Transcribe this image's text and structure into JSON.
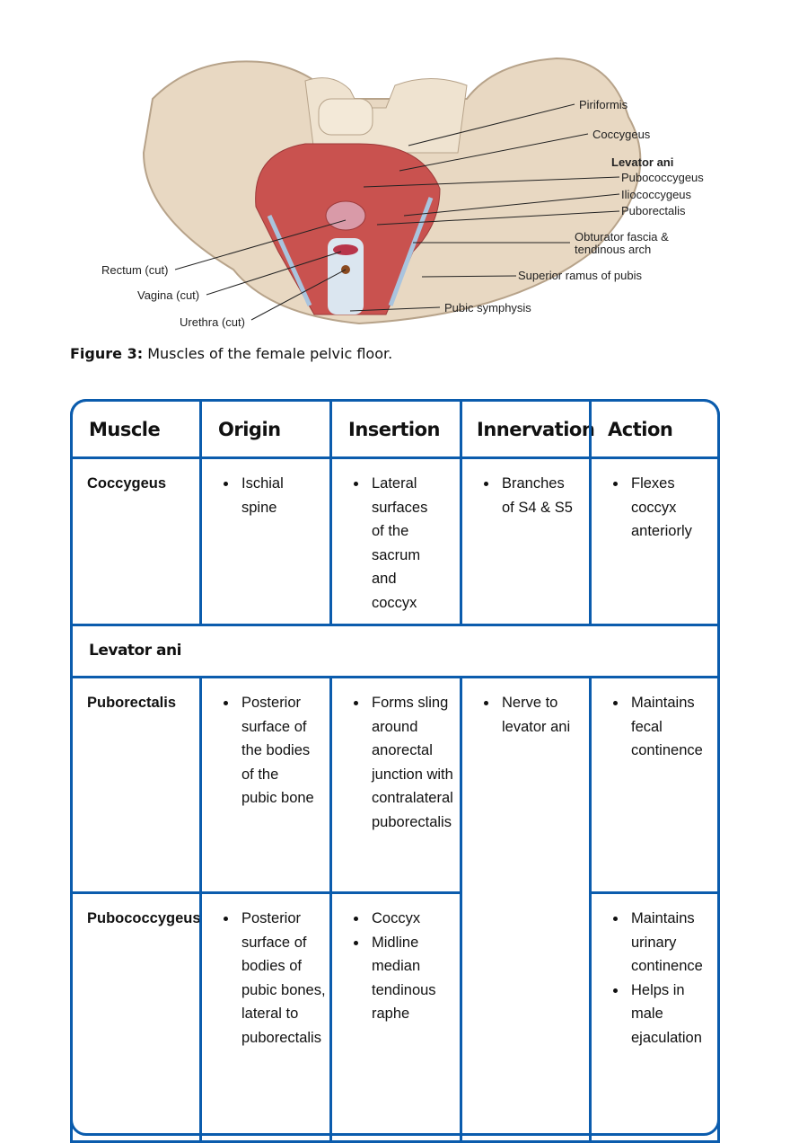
{
  "figure": {
    "labels": {
      "piriformis": "Piriformis",
      "coccygeus": "Coccygeus",
      "levator_ani": "Levator ani",
      "pubococcygeus": "Pubococcygeus",
      "iliococcygeus": "Iliococcygeus",
      "puborectalis": "Puborectalis",
      "obturator_1": "Obturator fascia &",
      "obturator_2": "tendinous arch",
      "superior_ramus": "Superior ramus of pubis",
      "pubic_symphysis": "Pubic symphysis",
      "rectum": "Rectum (cut)",
      "vagina": "Vagina (cut)",
      "urethra": "Urethra (cut)"
    },
    "caption_label": "Figure 3:",
    "caption_text": " Muscles of the female pelvic floor."
  },
  "table": {
    "headers": [
      "Muscle",
      "Origin",
      "Insertion",
      "Innervation",
      "Action"
    ],
    "coccygeus": {
      "muscle": "Coccygeus",
      "origin": [
        "Ischial spine"
      ],
      "insertion": [
        "Lateral surfaces of the sacrum and coccyx"
      ],
      "innervation": [
        "Branches of S4 & S5"
      ],
      "action": [
        "Flexes coccyx anteriorly"
      ]
    },
    "group_label": "Levator ani",
    "puborectalis": {
      "muscle": "Puborectalis",
      "origin": [
        "Posterior surface of the bodies of the pubic bone"
      ],
      "insertion": [
        "Forms sling around anorectal junction with contralateral puborectalis"
      ],
      "innervation": [
        "Nerve to levator ani"
      ],
      "action": [
        "Maintains fecal continence"
      ]
    },
    "pubococcygeus": {
      "muscle": "Pubococcygeus",
      "origin": [
        "Posterior surface of bodies of pubic bones, lateral to puborectalis"
      ],
      "insertion": [
        "Coccyx",
        "Midline median tendinous raphe"
      ],
      "action": [
        "Maintains urinary continence",
        "Helps in male ejaculation"
      ]
    }
  }
}
